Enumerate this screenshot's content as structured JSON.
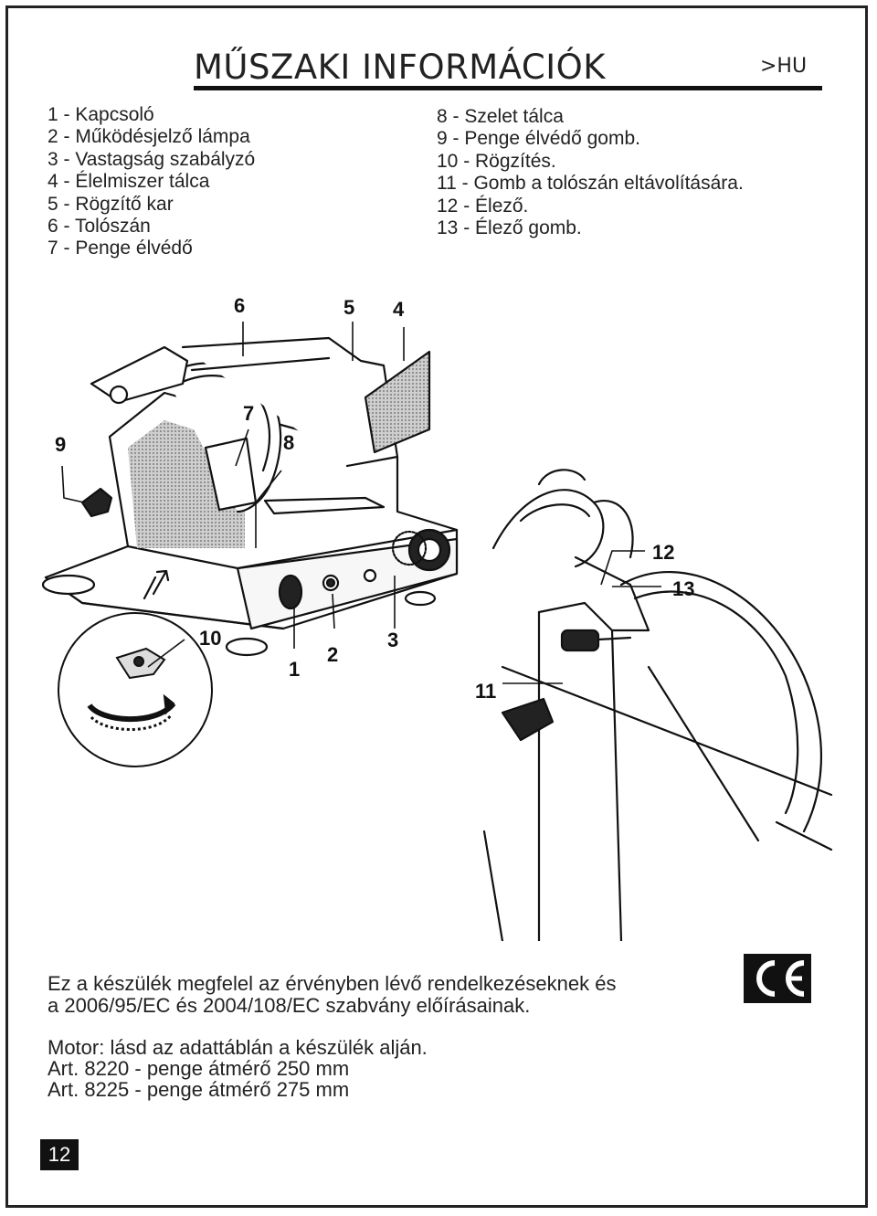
{
  "header": {
    "title": "MŰSZAKI INFORMÁCIÓK",
    "lang": ">HU"
  },
  "legend_left": [
    "1 - Kapcsoló",
    "2 - Működésjelző lámpa",
    "3 - Vastagság szabályzó",
    "4 - Élelmiszer tálca",
    "5 - Rögzítő kar",
    "6 - Tolószán",
    "7 - Penge élvédő"
  ],
  "legend_right": [
    "8 - Szelet tálca",
    "9 - Penge élvédő gomb.",
    "10 - Rögzítés.",
    "11 - Gomb a tolószán eltávolítására.",
    "12 - Élező.",
    "13 - Élező gomb."
  ],
  "callouts": {
    "c1": "1",
    "c2": "2",
    "c3": "3",
    "c4": "4",
    "c5": "5",
    "c6": "6",
    "c7": "7",
    "c8": "8",
    "c9": "9",
    "c10": "10",
    "c11": "11",
    "c12": "12",
    "c13": "13"
  },
  "compliance": {
    "line1": "Ez a készülék megfelel az érvényben lévő rendelkezéseknek és",
    "line2": "a 2006/95/EC és 2004/108/EC szabvány előírásainak."
  },
  "specs": {
    "motor": "Motor: lásd az adattáblán a készülék alján.",
    "art1": "Art. 8220 - penge átmérő 250 mm",
    "art2": "Art. 8225 - penge átmérő 275 mm"
  },
  "ce_mark": "CE",
  "page_number": "12"
}
